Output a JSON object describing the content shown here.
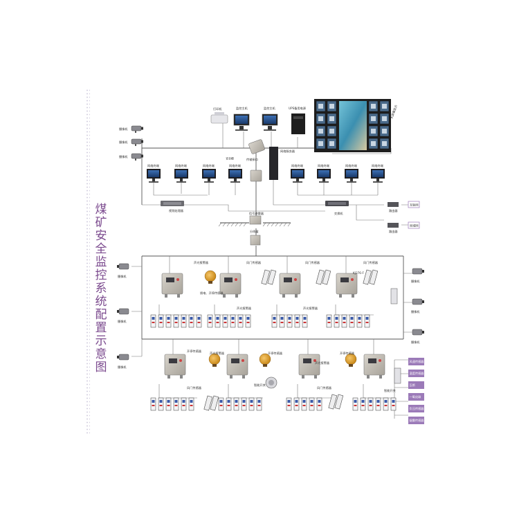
{
  "title": "煤矿安全监控系统配置示意图",
  "top_devices": [
    {
      "label": "打印机"
    },
    {
      "label": "监控主机"
    },
    {
      "label": "监控主机"
    },
    {
      "label": "UPS备用电源"
    }
  ],
  "video_wall": {
    "label": "大屏幕显示"
  },
  "center": {
    "transmit": "传输接口",
    "network": "网络服务器",
    "safety_barrier": "安全栅",
    "signal_box": "信号避雷器",
    "junction": "分线盒"
  },
  "cameras_top": [
    {
      "label": "摄像机"
    },
    {
      "label": "摄像机"
    },
    {
      "label": "摄像机"
    }
  ],
  "cameras_left": [
    {
      "label": "摄像机"
    },
    {
      "label": "摄像机"
    },
    {
      "label": "摄像机"
    }
  ],
  "cameras_right": [
    {
      "label": "摄像机"
    },
    {
      "label": "摄像机"
    },
    {
      "label": "摄像机"
    }
  ],
  "terminals_left": [
    {
      "label": "网络终端"
    },
    {
      "label": "网络终端"
    },
    {
      "label": "网络终端"
    },
    {
      "label": "网络终端"
    }
  ],
  "terminals_right": [
    {
      "label": "网络终端"
    },
    {
      "label": "网络终端"
    },
    {
      "label": "网络终端"
    },
    {
      "label": "网络终端"
    }
  ],
  "switch_left": "视频处理器",
  "switch_right": "交换机",
  "routers": [
    {
      "label": "路由器"
    },
    {
      "label": "路由器"
    }
  ],
  "remote": [
    {
      "label": "互联网"
    },
    {
      "label": "局域网"
    }
  ],
  "sensors": {
    "sensor_wind": "风门传感器",
    "sensor_sound": "声光报警器",
    "sensor_switch": "开停传感器",
    "sensor_power": "馈电、开停传感器",
    "sensor_kjt": "KJ376-F",
    "sensor_tail": "智能开关"
  },
  "bottom_right_list": [
    {
      "label": "风速传感器"
    },
    {
      "label": "温度传感器"
    },
    {
      "label": "瓦斯"
    },
    {
      "label": "一氧化碳"
    },
    {
      "label": "负压传感器"
    },
    {
      "label": "烟雾传感器"
    }
  ],
  "palette": {
    "title": "#7b4a8e",
    "purple_box": "#9b7ab8",
    "device_box": "#b8b4ae"
  }
}
